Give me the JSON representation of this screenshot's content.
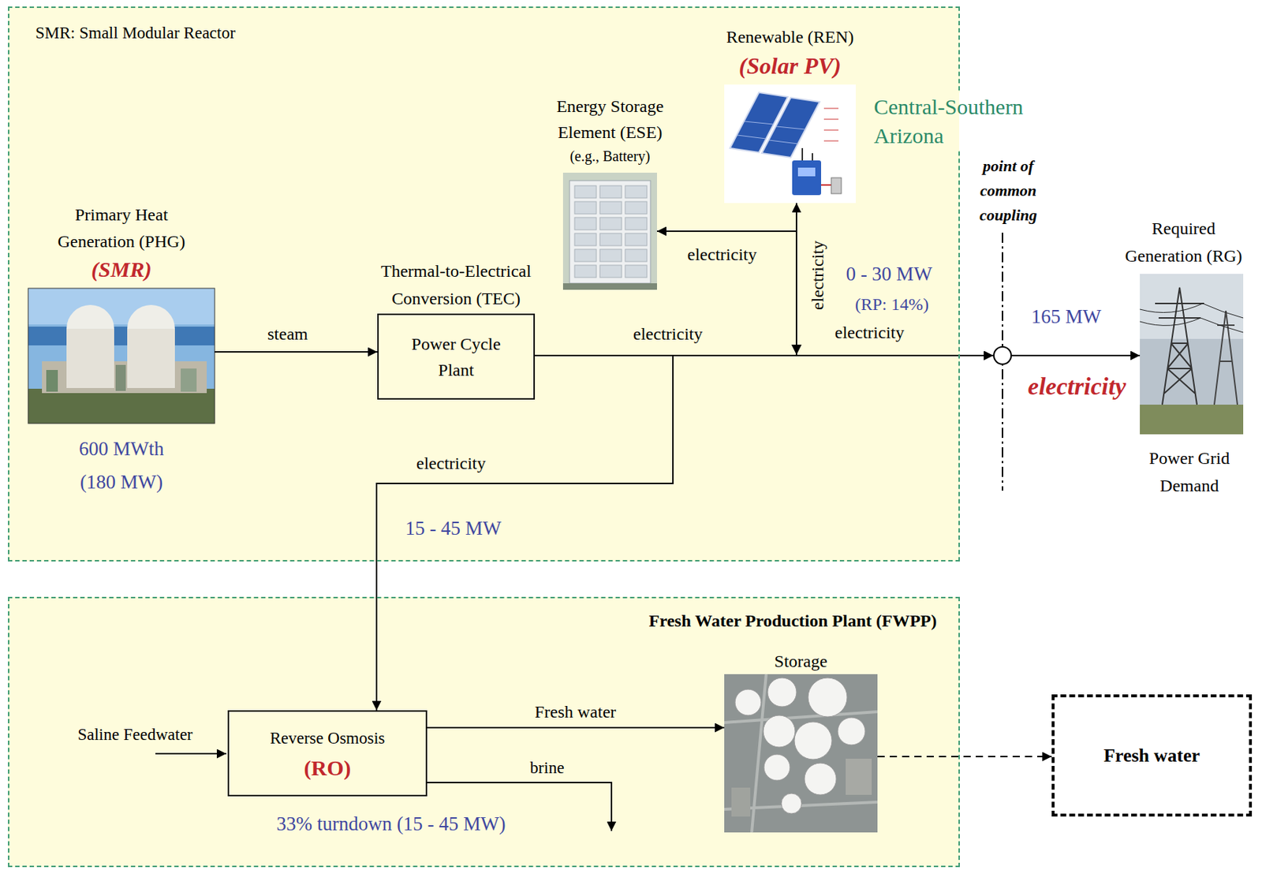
{
  "diagram": {
    "nodes": [
      {
        "text": [
          "SMR: Small Modular Reactor"
        ]
      },
      {
        "text": [
          "Primary Heat Generation (PHG)",
          "(SMR)",
          "600 MWth",
          "(180 MW)"
        ],
        "in": 0
      },
      {
        "text": [
          "Thermal-to-Electrical Conversion (TEC)",
          "Power Cycle Plant"
        ],
        "in": 0
      },
      {
        "text": [
          "Energy Storage Element (ESE)",
          "(e.g., Battery)"
        ],
        "in": 0
      },
      {
        "text": [
          "Renewable (REN)",
          "(Solar PV)"
        ],
        "in": 0
      },
      {
        "text": [
          "point of common coupling"
        ]
      },
      {
        "text": [
          "Required Generation (RG)",
          "Power Grid Demand"
        ]
      },
      {
        "text": [
          "Fresh Water Production Plant (FWPP)"
        ]
      },
      {
        "text": [
          "Reverse Osmosis",
          "(RO)"
        ],
        "in": 7
      },
      {
        "text": [
          "Storage"
        ],
        "in": 7
      },
      {
        "text": [
          "Fresh water"
        ]
      }
    ],
    "edges": [
      {
        "from": 1,
        "to": 2,
        "arrow": "to",
        "label": "steam"
      },
      {
        "from": 2,
        "to": 5,
        "arrow": "to",
        "label": "electricity"
      },
      {
        "from": 4,
        "to": 5,
        "arrow": "to",
        "label": "electricity"
      },
      {
        "from": 3,
        "to": 4,
        "arrow": "both",
        "label": "electricity"
      },
      {
        "from": 2,
        "to": 8,
        "arrow": "to",
        "label": "electricity"
      },
      {
        "from": 5,
        "to": 6,
        "arrow": "to",
        "label": "electricity"
      },
      {
        "from": 8,
        "to": 9,
        "arrow": "to",
        "label": "Fresh water"
      },
      {
        "from": 9,
        "to": 10,
        "arrow": "to"
      }
    ],
    "labels": [
      "Central-Southern Arizona",
      "0 - 30 MW",
      "(RP: 14%)",
      "electricity",
      "165 MW",
      "15 - 45 MW",
      "Saline Feedwater",
      "brine",
      "33% turndown (15 - 45 MW)"
    ]
  }
}
